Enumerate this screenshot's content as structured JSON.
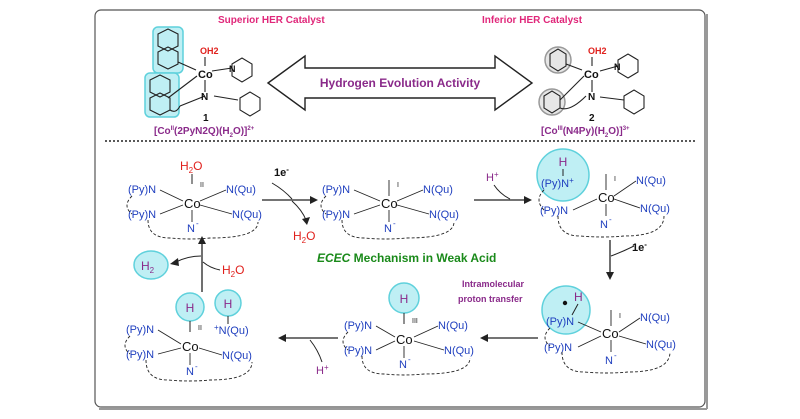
{
  "top": {
    "superior_title": "Superior HER Catalyst",
    "inferior_title": "Inferior HER Catalyst",
    "arrow_label": "Hydrogen Evolution Activity",
    "cat1_number": "1",
    "cat2_number": "2",
    "cat1_formula": "[Co(2PyN2Q)(H2O)]2+",
    "cat2_formula": "[Co(N4Py)(H2O)]3+",
    "cat1_ox": "II",
    "cat2_ox": "III",
    "oh2": "OH2",
    "co": "Co",
    "n": "N"
  },
  "mechanism": {
    "title_italic": "ECEC",
    "title_rest": " Mechanism in Weak Acid",
    "step_e1": "1e-",
    "step_e2": "1e-",
    "step_h1": "H+",
    "step_h2": "H+",
    "h2o_out": "H2O",
    "h2o_in": "H2O",
    "h2_out": "H2",
    "intramolecular_1": "Intramolecular",
    "intramolecular_2": "proton transfer"
  },
  "species": {
    "py": "(Py)N",
    "qu": "N(Qu)",
    "co": "Co",
    "n_minus": "N",
    "h": "H",
    "ox_ii": "II",
    "ox_i": "I",
    "ox_iii": "III"
  },
  "colors": {
    "blue": "#1f3fbf",
    "red": "#e0201c",
    "magenta": "#e0277a",
    "purple": "#8a2a8a",
    "green": "#1a8a1a",
    "cyan_fill": "#bfeff4",
    "cyan_stroke": "#5fd1dc"
  }
}
